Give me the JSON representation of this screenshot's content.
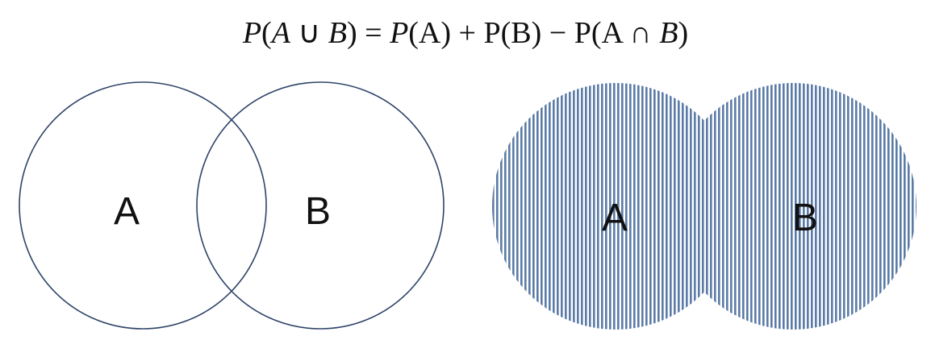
{
  "formula": {
    "p1": "P",
    "o1": "(",
    "a1": "A",
    "u": " ∪ ",
    "b1": "B",
    "c1": ")",
    "eq": " = ",
    "p2": "P",
    "t2": "(A)",
    "plus": " + ",
    "t3": "P(B)",
    "minus": " − ",
    "t4": "P(A ∩ ",
    "b4": "B",
    "c4": ")"
  },
  "left_diagram": {
    "label_a": "A",
    "label_b": "B",
    "circle_color": "#2e4468"
  },
  "right_diagram": {
    "label_a": "A",
    "label_b": "B",
    "hatch_color": "#5b7ba6"
  }
}
